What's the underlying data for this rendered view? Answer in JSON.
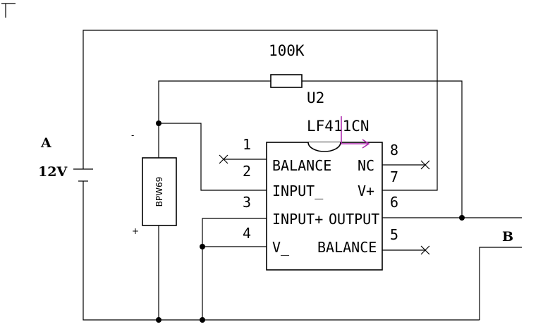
{
  "resistor": {
    "value": "100K"
  },
  "opamp": {
    "ref": "U2",
    "part": "LF411CN",
    "pins": {
      "p1": "1",
      "p2": "2",
      "p3": "3",
      "p4": "4",
      "p5": "5",
      "p6": "6",
      "p7": "7",
      "p8": "8"
    },
    "pin_names": {
      "balance_left": "BALANCE",
      "input_minus": "INPUT_",
      "input_plus": "INPUT+",
      "v_minus": "V_",
      "nc": "NC",
      "v_plus": "V+",
      "output": "OUTPUT",
      "balance_right": "BALANCE"
    }
  },
  "photodiode": {
    "label": "BPW69",
    "minus": "-",
    "plus": "+"
  },
  "battery": {
    "node": "A",
    "voltage": "12V"
  },
  "output_node": {
    "label": "B"
  },
  "colors": {
    "line": "#000000",
    "marker": "#b030b0"
  }
}
